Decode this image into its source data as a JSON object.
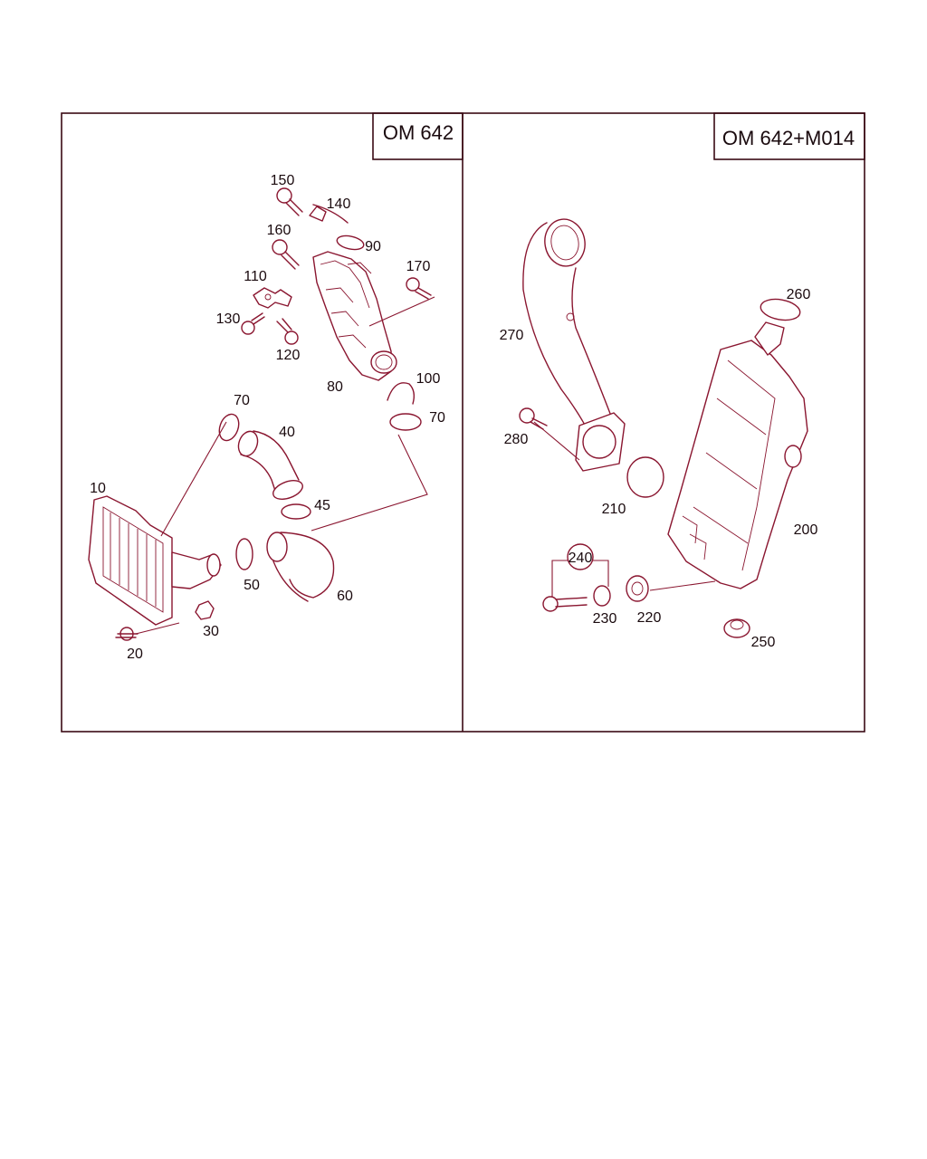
{
  "panels": [
    {
      "title": "OM 642"
    },
    {
      "title": "OM 642+M014"
    }
  ],
  "callouts": {
    "p150": "150",
    "p140": "140",
    "p90": "90",
    "p160": "160",
    "p170": "170",
    "p110": "110",
    "p130": "130",
    "p120": "120",
    "p80": "80",
    "p100": "100",
    "p70a": "70",
    "p40": "40",
    "p70b": "70",
    "p10": "10",
    "p45": "45",
    "p50": "50",
    "p60": "60",
    "p20": "20",
    "p30": "30",
    "p270": "270",
    "p260": "260",
    "p280": "280",
    "p210": "210",
    "p200": "200",
    "p240": "240",
    "p230": "230",
    "p220": "220",
    "p250": "250"
  }
}
